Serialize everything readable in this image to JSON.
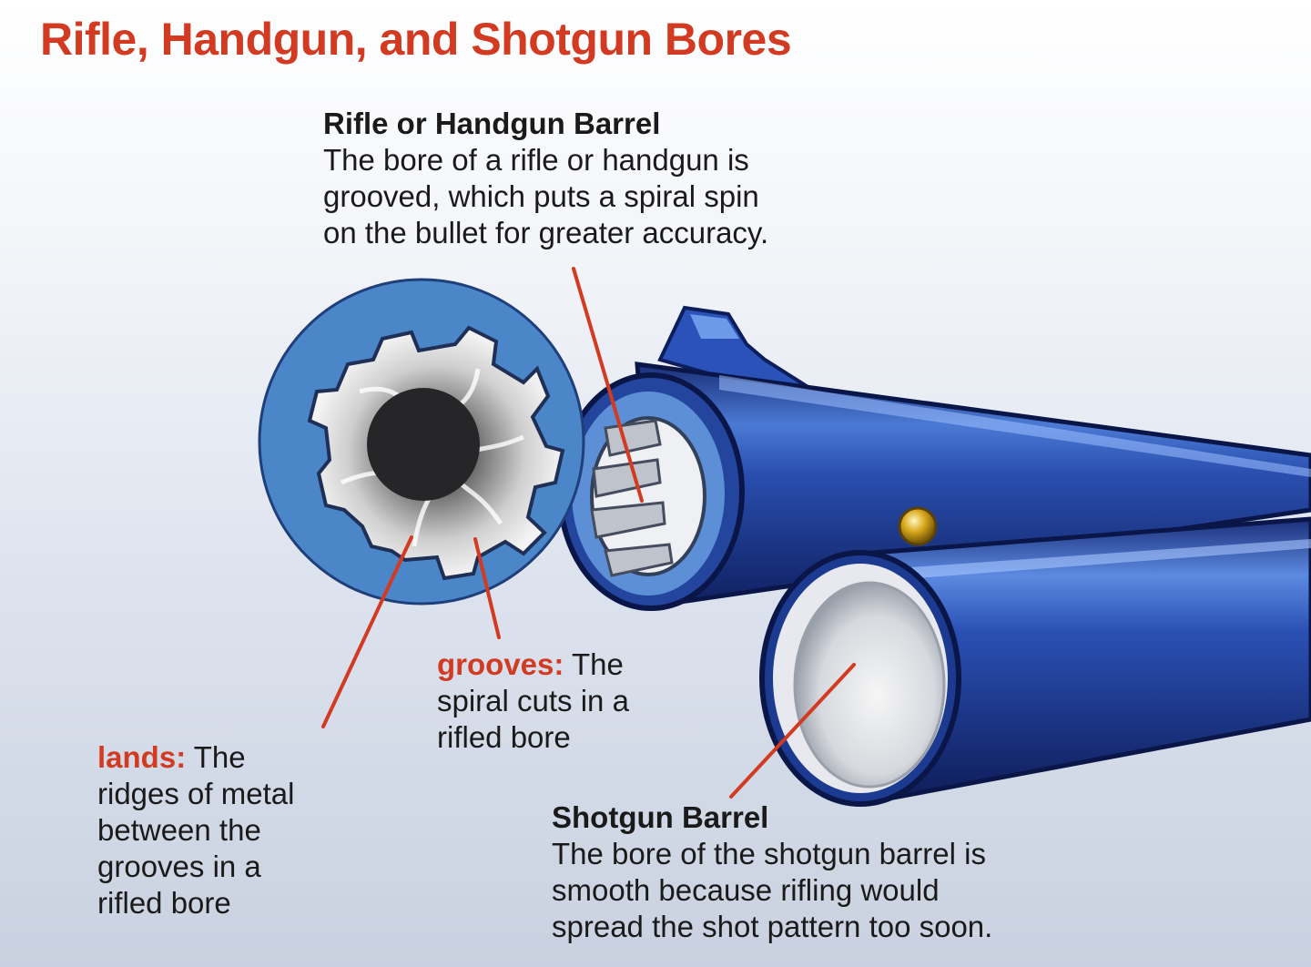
{
  "title": "Rifle, Handgun, and Shotgun Bores",
  "callouts": {
    "rifle": {
      "heading": "Rifle or Handgun Barrel",
      "lines": [
        "The bore of a rifle or handgun is",
        "grooved, which puts a spiral spin",
        "on the bullet for greater accuracy."
      ]
    },
    "grooves": {
      "term": "grooves:",
      "first_line_rest": " The",
      "lines": [
        "spiral cuts in a",
        "rifled bore"
      ]
    },
    "lands": {
      "term": "lands:",
      "first_line_rest": " The",
      "lines": [
        "ridges of metal",
        "between the",
        "grooves in a",
        "rifled bore"
      ]
    },
    "shotgun": {
      "heading": "Shotgun Barrel",
      "lines": [
        "The bore of the shotgun barrel is",
        "smooth because rifling would",
        "spread the shot pattern too soon."
      ]
    }
  },
  "colors": {
    "title": "#d23a22",
    "leader_line": "#d23a22",
    "barrel_blue": "#1f3f93",
    "muzzle_face_blue": "#4a86c8",
    "bead_gold": "#d9a91e"
  }
}
